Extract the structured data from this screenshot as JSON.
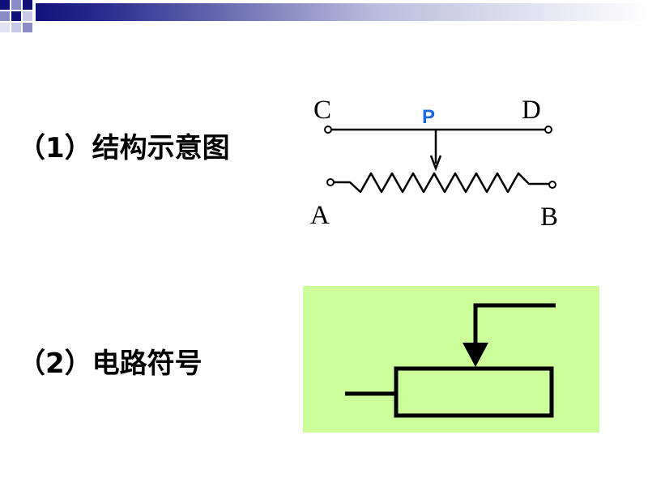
{
  "slide": {
    "item1": "（1）结构示意图",
    "item2": "（2）电路符号"
  },
  "structure": {
    "terminal_c": "C",
    "terminal_d": "D",
    "terminal_a": "A",
    "terminal_b": "B",
    "slider_p": "P"
  },
  "colors": {
    "header_dark": "#10127a",
    "header_light": "#ffffff",
    "slider_label": "#1a66e0",
    "symbol_background": "#ccff99",
    "line": "#000000"
  }
}
